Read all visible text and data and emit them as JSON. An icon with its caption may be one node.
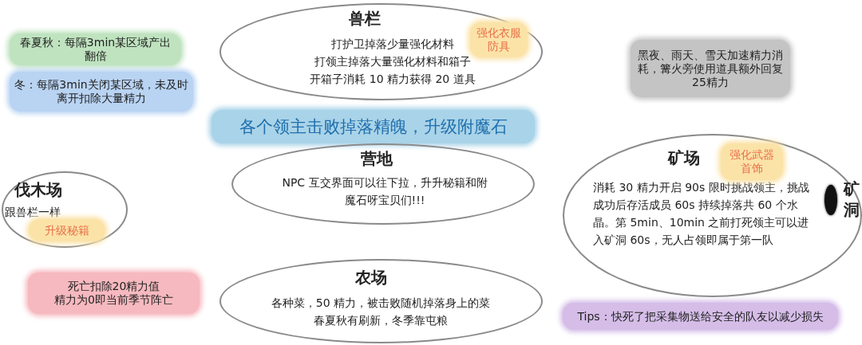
{
  "diagram": {
    "nodes": [
      {
        "text": [
          "春夏秋：每隔3min某区域产出翻倍"
        ]
      },
      {
        "text": [
          "冬：每隔3min关闭某区域，未及时离开扣除大量精力"
        ]
      },
      {
        "text": [
          "兽栏",
          "打护卫掉落少量强化材料",
          "打领主掉落大量强化材料和箱子",
          "开箱子消耗 10 精力获得 20 道具"
        ]
      },
      {
        "text": [
          "强化衣服防具"
        ],
        "in": 2
      },
      {
        "text": [
          "黑夜、雨天、雪天加速精力消耗，篝火旁使用道具额外回复25精力"
        ]
      },
      {
        "text": [
          "各个领主击败掉落精魄，升级附魔石"
        ]
      },
      {
        "text": [
          "营地",
          "NPC 互交界面可以往下拉，升升秘籍和附魔石呀宝贝们!!!"
        ]
      },
      {
        "text": [
          "伐木场",
          "跟兽栏一样"
        ]
      },
      {
        "text": [
          "升级秘籍"
        ],
        "in": 7
      },
      {
        "text": [
          "矿场",
          "消耗 30 精力开启 90s 限时挑战领主，挑战成功后存活成员 60s 持续掉落共 60 个水晶。第 5min、10min 之前打死领主可以进入矿洞 60s，无人占领即属于第一队"
        ]
      },
      {
        "text": [
          "强化武器首饰"
        ],
        "in": 9
      },
      {
        "text": [
          "矿洞"
        ],
        "in": 9
      },
      {
        "text": [
          "死亡扣除20精力值",
          "精力为0即当前季节阵亡"
        ]
      },
      {
        "text": [
          "农场",
          "各种菜，50 精力，被击败随机掉落身上的菜",
          "春夏秋有刷新，冬季靠屯粮"
        ]
      },
      {
        "text": [
          "Tips：快死了把采集物送给安全的队友以减少损失"
        ]
      }
    ]
  }
}
